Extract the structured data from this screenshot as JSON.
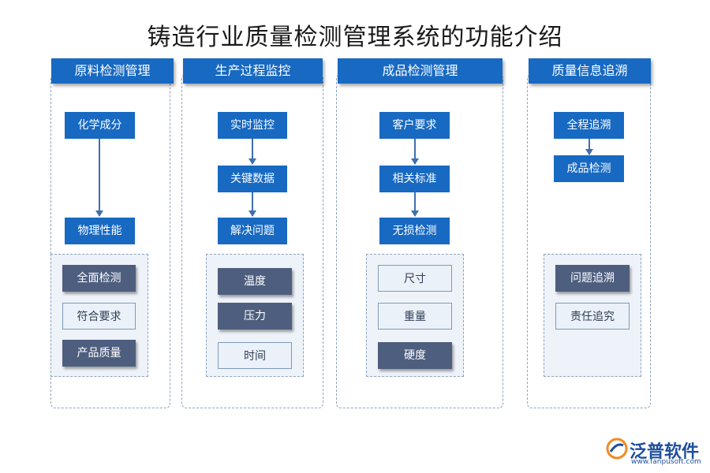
{
  "title": "铸造行业质量检测管理系统的功能介绍",
  "columns": [
    {
      "header": "原料检测管理",
      "flow": [
        "化学成分",
        "物理性能"
      ],
      "items": [
        {
          "label": "全面检测",
          "style": "dark"
        },
        {
          "label": "符合要求",
          "style": "light"
        },
        {
          "label": "产品质量",
          "style": "dark"
        }
      ]
    },
    {
      "header": "生产过程监控",
      "flow": [
        "实时监控",
        "关键数据",
        "解决问题"
      ],
      "items": [
        {
          "label": "温度",
          "style": "dark"
        },
        {
          "label": "压力",
          "style": "dark"
        },
        {
          "label": "时间",
          "style": "light"
        }
      ]
    },
    {
      "header": "成品检测管理",
      "flow": [
        "客户要求",
        "相关标准",
        "无损检测"
      ],
      "items": [
        {
          "label": "尺寸",
          "style": "light"
        },
        {
          "label": "重量",
          "style": "light"
        },
        {
          "label": "硬度",
          "style": "dark"
        }
      ]
    },
    {
      "header": "质量信息追溯",
      "flow": [
        "全程追溯",
        "成品检测"
      ],
      "items": [
        {
          "label": "问题追溯",
          "style": "dark"
        },
        {
          "label": "责任追究",
          "style": "light"
        }
      ]
    }
  ],
  "logo": {
    "name": "泛普软件",
    "url": "www.fanpusoft.com"
  },
  "colors": {
    "primary": "#1769c2",
    "dark_item": "#4e5e7f",
    "light_item": "#eaf1f8",
    "border": "#8da3bf"
  }
}
